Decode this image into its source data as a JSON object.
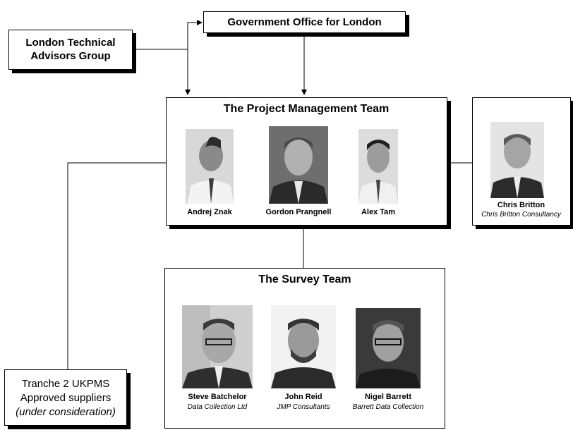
{
  "gol": {
    "label": "Government Office for London"
  },
  "ltag": {
    "line1": "London Technical",
    "line2": "Advisors Group"
  },
  "pmt": {
    "title": "The Project Management Team",
    "members": [
      {
        "name": "Andrej Znak"
      },
      {
        "name": "Gordon Prangnell"
      },
      {
        "name": "Alex Tam"
      }
    ]
  },
  "consultant": {
    "name": "Chris Britton",
    "org": "Chris Britton Consultancy"
  },
  "survey": {
    "title": "The Survey Team",
    "members": [
      {
        "name": "Steve Batchelor",
        "org": "Data Collection Ltd"
      },
      {
        "name": "John Reid",
        "org": "JMP Consultants"
      },
      {
        "name": "Nigel Barrett",
        "org": "Barrett Data Collection"
      }
    ]
  },
  "tranche": {
    "line1": "Tranche 2 UKPMS",
    "line2": "Approved suppliers",
    "line3": "(under consideration)"
  }
}
